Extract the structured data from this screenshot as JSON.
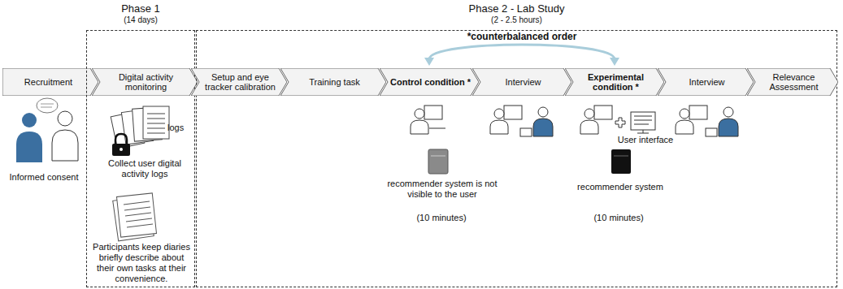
{
  "diagram": {
    "nodes": [
      {
        "text": [
          "Recruitment"
        ]
      },
      {
        "text": [
          "Phase 1",
          "(14 days)"
        ]
      },
      {
        "text": [
          "Digital activity monitoring"
        ],
        "in": 1
      },
      {
        "text": [
          "Phase 2 - Lab Study",
          "(2 - 2.5 hours)"
        ]
      },
      {
        "text": [
          "Setup and eye tracker calibration"
        ],
        "in": 3
      },
      {
        "text": [
          "Training task"
        ],
        "in": 3
      },
      {
        "text": [
          "Control condition *"
        ],
        "in": 3
      },
      {
        "text": [
          "Interview"
        ],
        "in": 3
      },
      {
        "text": [
          "Experimental condition *"
        ],
        "in": 3
      },
      {
        "text": [
          "Interview"
        ],
        "in": 3
      },
      {
        "text": [
          "Relevance Assessment"
        ],
        "in": 3
      }
    ],
    "edges": [
      {
        "from": 6,
        "to": 8,
        "arrow": "both",
        "label": "*counterbalanced order"
      }
    ],
    "labels": [
      "Informed consent",
      "logs",
      "Collect user digital activity logs",
      "Participants keep diaries briefly describe about their own tasks at their convenience.",
      "recommender system is not visible to the user",
      "(10 minutes)",
      "User interface",
      "recommender system",
      "(10 minutes)"
    ]
  }
}
